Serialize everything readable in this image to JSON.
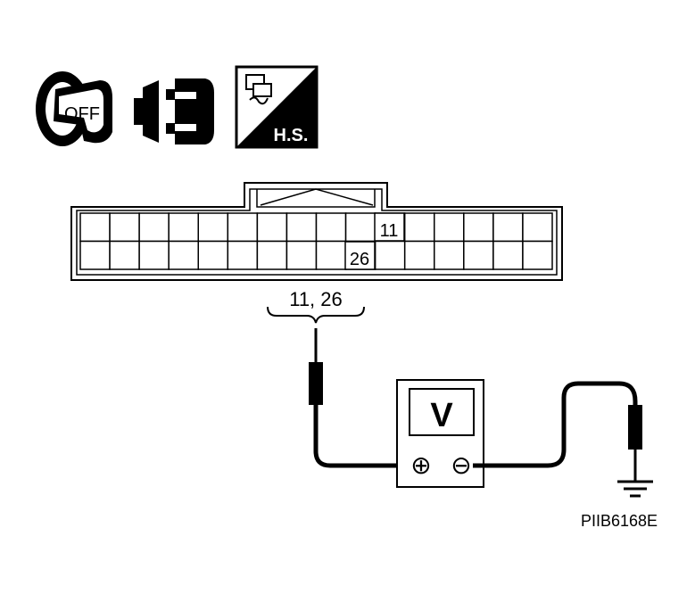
{
  "icons": {
    "ignition_key_label": "OFF",
    "harness_side_label": "H.S."
  },
  "connector": {
    "rows": 2,
    "columns": 16,
    "terminal_top_label": "11",
    "terminal_bottom_label": "26",
    "probe_label": "11, 26"
  },
  "meter": {
    "display_label": "V",
    "positive_symbol": "⊕",
    "negative_symbol": "⊖"
  },
  "figure_code": "PIIB6168E"
}
